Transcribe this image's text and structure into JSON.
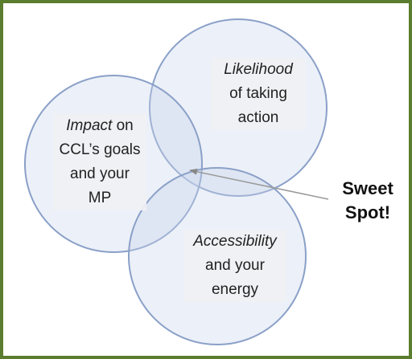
{
  "circles": [
    {
      "id": "likelihood",
      "lines": [
        {
          "text": "Likelihood",
          "italic": true
        },
        {
          "text": "of taking",
          "italic": false
        },
        {
          "text": "action",
          "italic": false
        }
      ]
    },
    {
      "id": "impact",
      "lines": [
        {
          "parts": [
            {
              "text": "Impact",
              "italic": true
            },
            {
              "text": " on",
              "italic": false
            }
          ]
        },
        {
          "text": "CCL’s goals",
          "italic": false
        },
        {
          "text": "and your",
          "italic": false
        },
        {
          "text": "MP",
          "italic": false
        }
      ]
    },
    {
      "id": "accessibility",
      "lines": [
        {
          "text": "Accessibility",
          "italic": true
        },
        {
          "text": "and your",
          "italic": false
        },
        {
          "text": "energy",
          "italic": false
        }
      ]
    }
  ],
  "sweet_spot": {
    "line1": "Sweet",
    "line2": "Spot!"
  },
  "colors": {
    "border": "#5a7d2e",
    "circle_stroke": "#8aa0c8",
    "circle_fill": "#c9d5ea",
    "arrow": "#999999"
  }
}
